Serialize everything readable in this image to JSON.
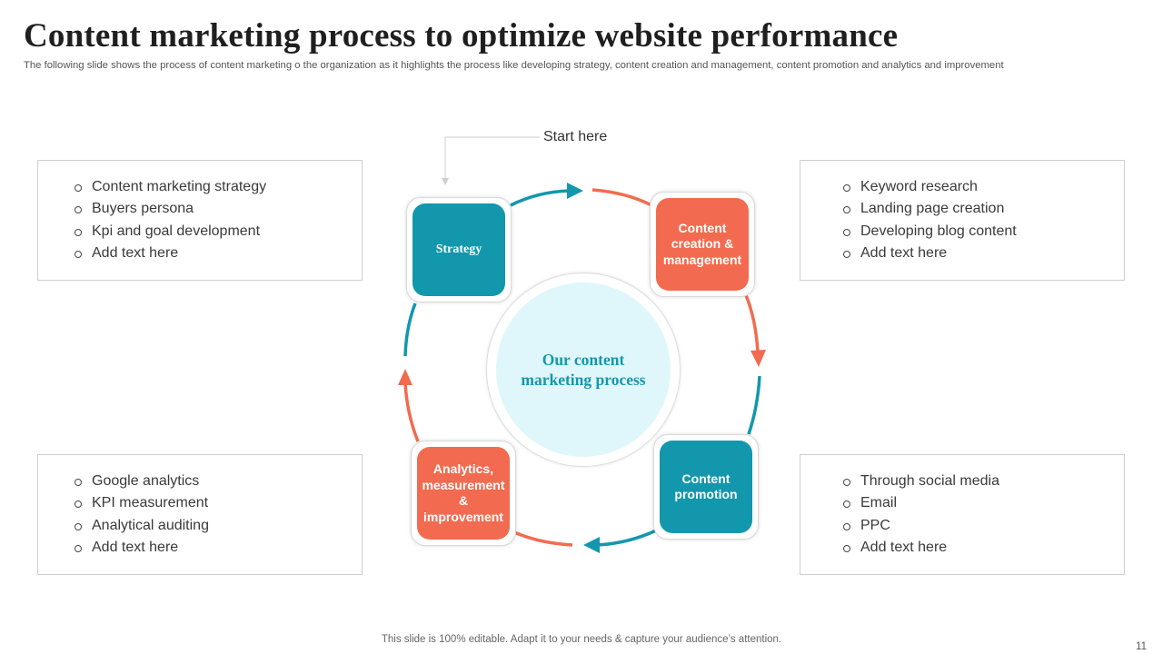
{
  "header": {
    "title": "Content marketing process to optimize website performance",
    "subtitle": "The following slide shows the process of content marketing o the organization as it highlights the process like developing strategy, content creation and management, content promotion and analytics and improvement"
  },
  "diagram": {
    "start_label": "Start here",
    "center_text": "Our content marketing process",
    "steps": [
      {
        "label": "Strategy",
        "color": "#1397ad"
      },
      {
        "label": "Content creation & management",
        "color": "#f26b50"
      },
      {
        "label": "Content promotion",
        "color": "#1397ad"
      },
      {
        "label": "Analytics, measurement & improvement",
        "color": "#f26b50"
      }
    ],
    "colors": {
      "teal": "#1397ad",
      "coral": "#f26b50",
      "center_fill": "#dff7fb"
    }
  },
  "boxes": {
    "top_left": [
      "Content marketing strategy",
      "Buyers persona",
      "Kpi and goal development",
      "Add text here"
    ],
    "top_right": [
      "Keyword research",
      "Landing page creation",
      "Developing blog content",
      "Add text here"
    ],
    "bottom_left": [
      "Google analytics",
      "KPI measurement",
      "Analytical auditing",
      "Add text here"
    ],
    "bottom_right": [
      "Through  social media",
      "Email",
      "PPC",
      "Add text here"
    ]
  },
  "footer": {
    "note": "This slide is 100% editable. Adapt it to your needs & capture your audience’s attention.",
    "page_number": "11"
  }
}
